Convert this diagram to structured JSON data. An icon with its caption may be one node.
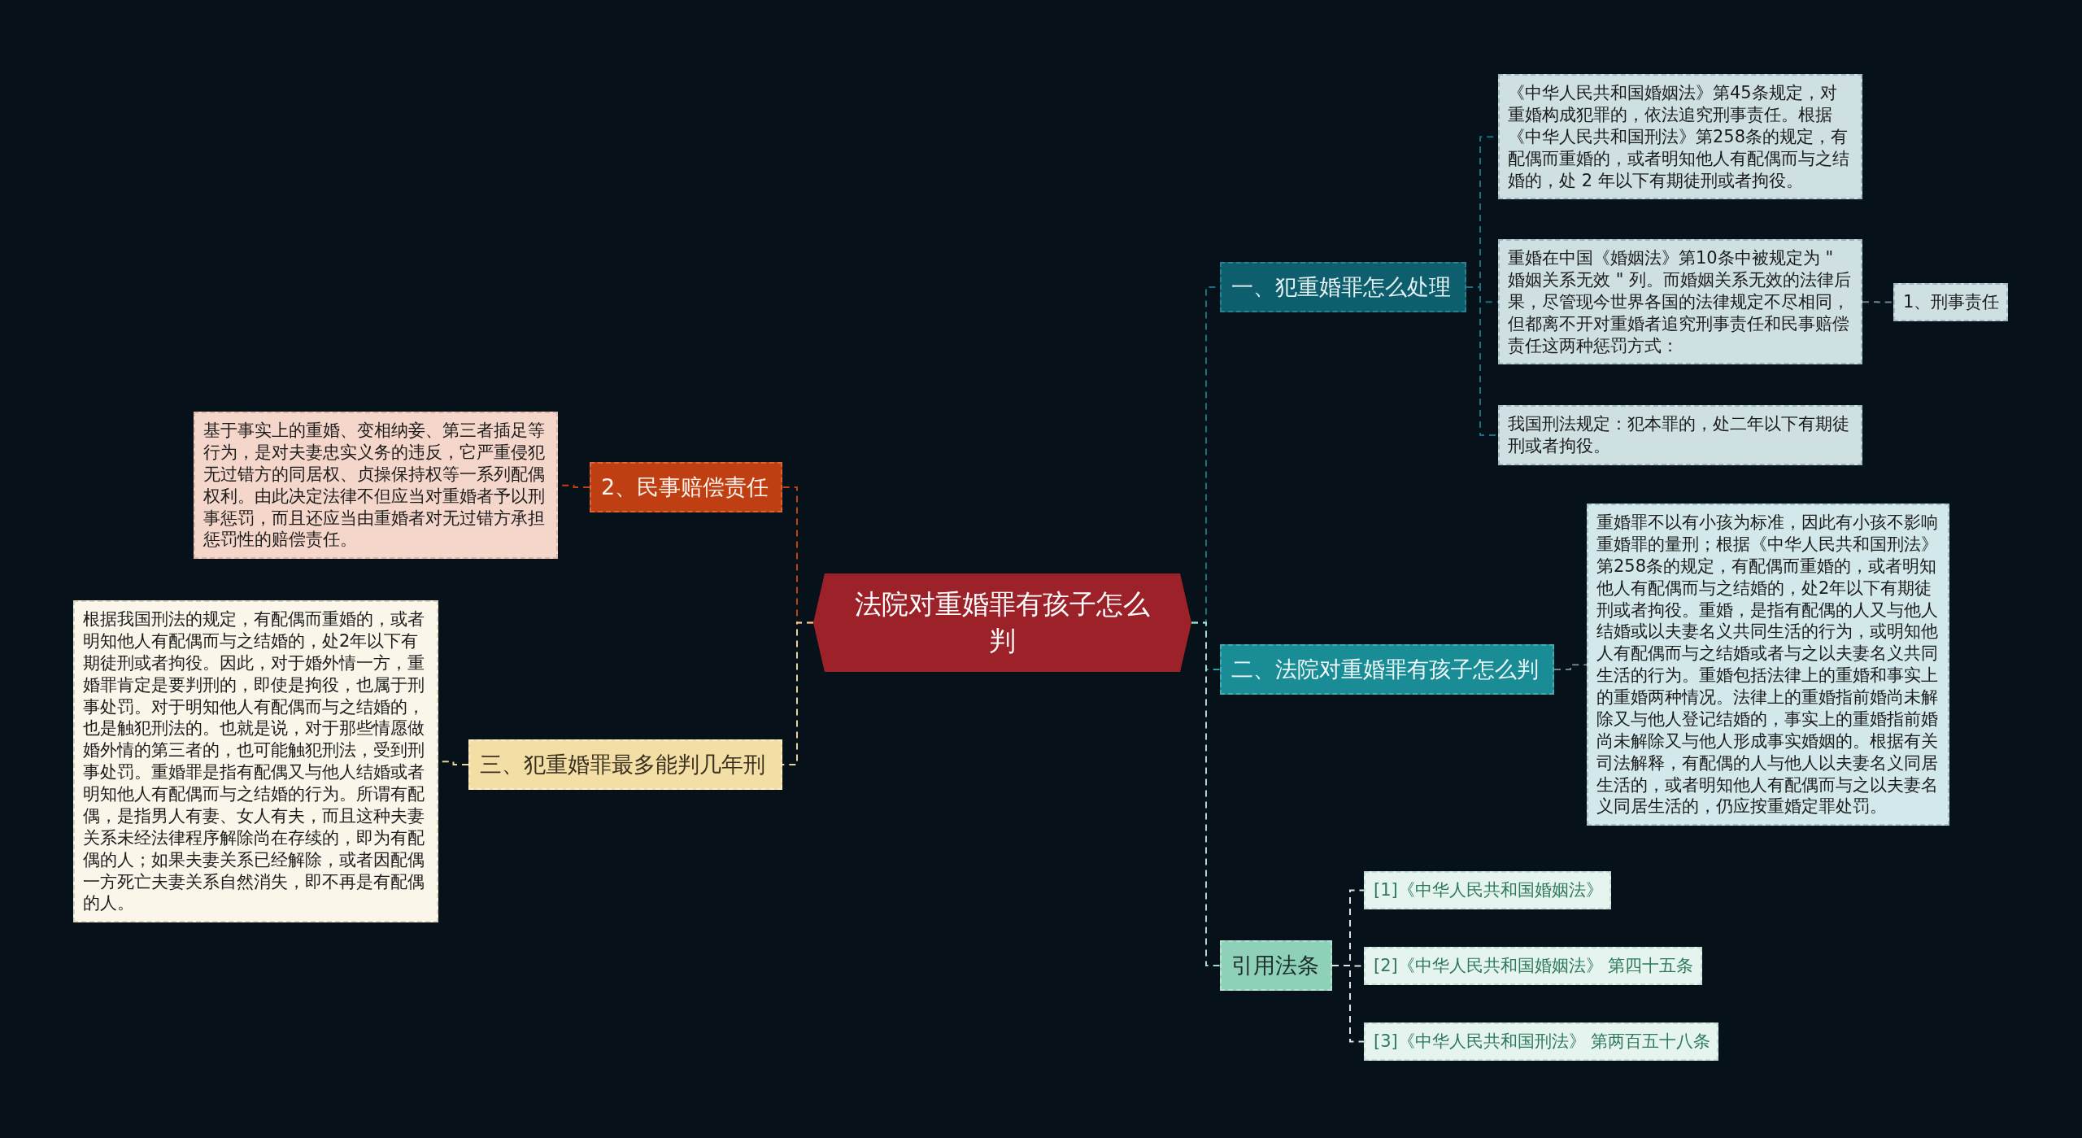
{
  "diagram": {
    "nodes": [
      {
        "text": [
          "法院对重婚罪有孩子怎么判"
        ]
      },
      {
        "text": [
          "一、犯重婚罪怎么处理"
        ]
      },
      {
        "text": [
          "《中华人民共和国婚姻法》第45条规定，对重婚构成犯罪的，依法追究刑事责任。根据《中华人民共和国刑法》第258条的规定，有配偶而重婚的，或者明知他人有配偶而与之结婚的，处 2 年以下有期徒刑或者拘役。"
        ]
      },
      {
        "text": [
          "重婚在中国《婚姻法》第10条中被规定为 \" 婚姻关系无效 \" 列。而婚姻关系无效的法律后果，尽管现今世界各国的法律规定不尽相同，但都离不开对重婚者追究刑事责任和民事赔偿责任这两种惩罚方式："
        ]
      },
      {
        "text": [
          "1、刑事责任"
        ]
      },
      {
        "text": [
          "我国刑法规定：犯本罪的，处二年以下有期徒刑或者拘役。"
        ]
      },
      {
        "text": [
          "二、法院对重婚罪有孩子怎么判"
        ]
      },
      {
        "text": [
          "重婚罪不以有小孩为标准，因此有小孩不影响重婚罪的量刑；根据《中华人民共和国刑法》第258条的规定，有配偶而重婚的，或者明知他人有配偶而与之结婚的，处2年以下有期徒刑或者拘役。重婚，是指有配偶的人又与他人结婚或以夫妻名义共同生活的行为，或明知他人有配偶而与之结婚或者与之以夫妻名义共同生活的行为。重婚包括法律上的重婚和事实上的重婚两种情况。法律上的重婚指前婚尚未解除又与他人登记结婚的，事实上的重婚指前婚尚未解除又与他人形成事实婚姻的。根据有关司法解释，有配偶的人与他人以夫妻名义同居生活的，或者明知他人有配偶而与之以夫妻名义同居生活的，仍应按重婚定罪处罚。"
        ]
      },
      {
        "text": [
          "引用法条"
        ]
      },
      {
        "text": [
          "[1]《中华人民共和国婚姻法》"
        ]
      },
      {
        "text": [
          "[2]《中华人民共和国婚姻法》 第四十五条"
        ]
      },
      {
        "text": [
          "[3]《中华人民共和国刑法》 第两百五十八条"
        ]
      },
      {
        "text": [
          "2、民事赔偿责任"
        ]
      },
      {
        "text": [
          "基于事实上的重婚、变相纳妾、第三者插足等行为，是对夫妻忠实义务的违反，它严重侵犯无过错方的同居权、贞操保持权等一系列配偶权利。由此决定法律不但应当对重婚者予以刑事惩罚，而且还应当由重婚者对无过错方承担惩罚性的赔偿责任。"
        ]
      },
      {
        "text": [
          "三、犯重婚罪最多能判几年刑"
        ]
      },
      {
        "text": [
          "根据我国刑法的规定，有配偶而重婚的，或者明知他人有配偶而与之结婚的，处2年以下有期徒刑或者拘役。因此，对于婚外情一方，重婚罪肯定是要判刑的，即使是拘役，也属于刑事处罚。对于明知他人有配偶而与之结婚的，也是触犯刑法的。也就是说，对于那些情愿做婚外情的第三者的，也可能触犯刑法，受到刑事处罚。重婚罪是指有配偶又与他人结婚或者明知他人有配偶而与之结婚的行为。所谓有配偶，是指男人有妻、女人有夫，而且这种夫妻关系未经法律程序解除尚在存续的，即为有配偶的人；如果夫妻关系已经解除，或者因配偶一方死亡夫妻关系自然消失，即不再是有配偶的人。"
        ]
      }
    ],
    "edges": [
      {
        "from": 0,
        "to": 1,
        "arrow": "none",
        "style": "dashed",
        "color": "#1b6f80"
      },
      {
        "from": 1,
        "to": 2,
        "arrow": "none",
        "style": "dashed",
        "color": "#1b6f80"
      },
      {
        "from": 1,
        "to": 3,
        "arrow": "none",
        "style": "dashed",
        "color": "#1b6f80"
      },
      {
        "from": 3,
        "to": 4,
        "arrow": "none",
        "style": "dashed",
        "color": "#6f8589"
      },
      {
        "from": 1,
        "to": 5,
        "arrow": "none",
        "style": "dashed",
        "color": "#1b6f80"
      },
      {
        "from": 0,
        "to": 6,
        "arrow": "none",
        "style": "dashed",
        "color": "#2aa0a8"
      },
      {
        "from": 6,
        "to": 7,
        "arrow": "none",
        "style": "dashed",
        "color": "#6f8589"
      },
      {
        "from": 0,
        "to": 8,
        "arrow": "none",
        "style": "dashed",
        "color": "#a6d8c6"
      },
      {
        "from": 8,
        "to": 9,
        "arrow": "none",
        "style": "dashed",
        "color": "#d8e8e0"
      },
      {
        "from": 8,
        "to": 10,
        "arrow": "none",
        "style": "dashed",
        "color": "#d8e8e0"
      },
      {
        "from": 8,
        "to": 11,
        "arrow": "none",
        "style": "dashed",
        "color": "#d8e8e0"
      },
      {
        "from": 0,
        "to": 12,
        "arrow": "none",
        "style": "dashed",
        "color": "#c2410c"
      },
      {
        "from": 12,
        "to": 13,
        "arrow": "none",
        "style": "dashed",
        "color": "#c2410c"
      },
      {
        "from": 0,
        "to": 14,
        "arrow": "none",
        "style": "dashed",
        "color": "#e8d49a"
      },
      {
        "from": 14,
        "to": 15,
        "arrow": "none",
        "style": "dashed",
        "color": "#e8d49a"
      }
    ]
  }
}
